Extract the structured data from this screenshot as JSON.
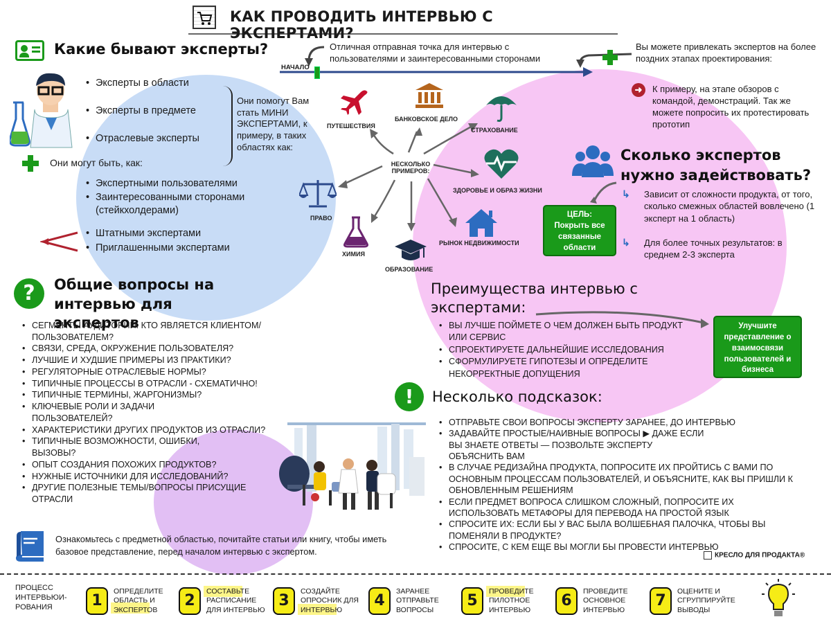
{
  "title": "КАК ПРОВОДИТЬ ИНТЕРВЬЮ С ЭКСПЕРТАМИ?",
  "experts": {
    "heading": "Какие бывают эксперты?",
    "types": [
      "Эксперты в области",
      "Эксперты в предмете",
      "Отраслевые эксперты"
    ],
    "help_text": "Они помогут Вам стать МИНИ ЭКСПЕРТАМИ, к примеру,  в таких областях как:",
    "can_be_heading": "Они могут быть, как:",
    "can_be": [
      "Экспертными пользователями",
      "Заинтересованными сторонами (стейкхолдерами)"
    ],
    "staff": [
      "Штатными экспертами",
      "Приглашенными экспертами"
    ]
  },
  "timeline": {
    "start_label": "НАЧАЛО",
    "start_note": "Отличная отправная точка для интервью с пользователями и заинтересованными сторонами",
    "later_note": "Вы можете привлекать экспертов на более поздних этапах проектирования:",
    "example_note": "К примеру, на этапе обзоров с командой, демонстраций. Так же можете попросить их протестировать прототип"
  },
  "examples": {
    "center": "НЕСКОЛЬКО ПРИМЕРОВ:",
    "items": [
      "ПУТЕШЕСТВИЯ",
      "БАНКОВСКОЕ ДЕЛО",
      "СТРАХОВАНИЕ",
      "ЗДОРОВЬЕ И ОБРАЗ ЖИЗНИ",
      "РЫНОК НЕДВИЖИМОСТИ",
      "ОБРАЗОВАНИЕ",
      "ХИМИЯ",
      "ПРАВО"
    ]
  },
  "how_many": {
    "heading": "Сколько экспертов нужно задействовать?",
    "goal": "ЦЕЛЬ: Покрыть все связанные области",
    "points": [
      "Зависит от сложности продукта, от того, сколько смежных областей вовлечено (1 эксперт на 1 область)",
      "Для более точных результатов: в среднем 2-3 эксперта"
    ]
  },
  "advantages": {
    "heading": "Преимущества интервью с экспертами:",
    "items": [
      "ВЫ ЛУЧШЕ ПОЙМЕТЕ О ЧЕМ ДОЛЖЕН БЫТЬ ПРОДУКТ ИЛИ СЕРВИС",
      "СПРОЕКТИРУЕТЕ ДАЛЬНЕЙШИЕ ИССЛЕДОВАНИЯ",
      "СФОРМУЛИРУЕТЕ ГИПОТЕЗЫ И ОПРЕДЕЛИТЕ НЕКОРРЕКТНЫЕ ДОПУЩЕНИЯ"
    ],
    "result_box": "Улучшите представление о взаимосвязи пользователей и бизнеса"
  },
  "questions": {
    "heading": "Общие вопросы на интервью для экспертов",
    "items": [
      "СЕГМЕНТЫ АУДИТОРИИ. КТО ЯВЛЯЕТСЯ КЛИЕНТОМ/ПОЛЬЗОВАТЕЛЕМ?",
      "СВЯЗИ, СРЕДА, ОКРУЖЕНИЕ ПОЛЬЗОВАТЕЛЯ?",
      "ЛУЧШИЕ И ХУДШИЕ ПРИМЕРЫ ИЗ ПРАКТИКИ?",
      "РЕГУЛЯТОРНЫЕ ОТРАСЛЕВЫЕ НОРМЫ?",
      "ТИПИЧНЫЕ ПРОЦЕССЫ В ОТРАСЛИ - СХЕМАТИЧНО!",
      "ТИПИЧНЫЕ ТЕРМИНЫ, ЖАРГОНИЗМЫ?",
      "КЛЮЧЕВЫЕ РОЛИ И ЗАДАЧИ ПОЛЬЗОВАТЕЛЕЙ?",
      "ХАРАКТЕРИСТИКИ ДРУГИХ ПРОДУКТОВ ИЗ ОТРАСЛИ?",
      "ТИПИЧНЫЕ ВОЗМОЖНОСТИ, ОШИБКИ, ВЫЗОВЫ?",
      "ОПЫТ СОЗДАНИЯ ПОХОЖИХ ПРОДУКТОВ?",
      "НУЖНЫЕ ИСТОЧНИКИ ДЛЯ ИССЛЕДОВАНИЙ?",
      "ДРУГИЕ ПОЛЕЗНЫЕ ТЕМЫ/ВОПРОСЫ ПРИСУЩИЕ ОТРАСЛИ"
    ],
    "read_note": "Ознакомьтесь с предметной областью, почитайте статьи или книгу, чтобы иметь базовое представление, перед началом интервью с экспертом."
  },
  "tips": {
    "heading": "Несколько подсказок:",
    "items": [
      "ОТПРАВЬТЕ СВОИ ВОПРОСЫ ЭКСПЕРТУ ЗАРАНЕЕ, ДО ИНТЕРВЬЮ",
      "ЗАДАВАЙТЕ ПРОСТЫЕ/НАИВНЫЕ ВОПРОСЫ ▶ ДАЖЕ ЕСЛИ ВЫ ЗНАЕТЕ ОТВЕТЫ — ПОЗВОЛЬТЕ ЭКСПЕРТУ ОБЪЯСНИТЬ ВАМ",
      "В СЛУЧАЕ РЕДИЗАЙНА ПРОДУКТА, ПОПРОСИТЕ ИХ ПРОЙТИСЬ С ВАМИ ПО ОСНОВНЫМ ПРОЦЕССАМ ПОЛЬЗОВАТЕЛЕЙ, И ОБЪЯСНИТЕ, КАК ВЫ ПРИШЛИ К ОБНОВЛЕННЫМ РЕШЕНИЯМ",
      "ЕСЛИ ПРЕДМЕТ ВОПРОСА СЛИШКОМ СЛОЖНЫЙ, ПОПРОСИТЕ ИХ ИСПОЛЬЗОВАТЬ МЕТАФОРЫ ДЛЯ ПЕРЕВОДА НА ПРОСТОЙ ЯЗЫК",
      "СПРОСИТЕ ИХ: ЕСЛИ БЫ У ВАС БЫЛА ВОЛШЕБНАЯ ПАЛОЧКА, ЧТОБЫ ВЫ ПОМЕНЯЛИ В ПРОДУКТЕ?",
      "СПРОСИТЕ, С КЕМ ЕЩЕ ВЫ МОГЛИ БЫ ПРОВЕСТИ ИНТЕРВЬЮ"
    ],
    "brand": "КРЕСЛО ДЛЯ ПРОДАКТА®"
  },
  "process": {
    "label": "ПРОЦЕСС ИНТЕРВЬЮИ-РОВАНИЯ",
    "steps": [
      {
        "num": "1",
        "text": "ОПРЕДЕЛИТЕ ОБЛАСТЬ И ЭКСПЕРТОВ"
      },
      {
        "num": "2",
        "text": "СОСТАВЬТЕ РАСПИСАНИЕ ДЛЯ ИНТЕРВЬЮ"
      },
      {
        "num": "3",
        "text": "СОЗДАЙТЕ ОПРОСНИК ДЛЯ ИНТЕРВЬЮ"
      },
      {
        "num": "4",
        "text": "ЗАРАНЕЕ ОТПРАВЬТЕ ВОПРОСЫ"
      },
      {
        "num": "5",
        "text": "ПРОВЕДИТЕ ПИЛОТНОЕ ИНТЕРВЬЮ"
      },
      {
        "num": "6",
        "text": "ПРОВЕДИТЕ ОСНОВНОЕ ИНТЕРВЬЮ"
      },
      {
        "num": "7",
        "text": "ОЦЕНИТЕ И СГРУППИРУЙТЕ ВЫВОДЫ"
      }
    ]
  },
  "colors": {
    "green": "#1a9a1a",
    "blue_blob": "#c8dcf6",
    "pink_blob": "#f7c6f4",
    "purple_blob": "#e2bff4",
    "yellow": "#f6ec16",
    "icon_blue": "#2d6cc0",
    "icon_red": "#c8102e",
    "icon_brown": "#b5651d",
    "icon_teal": "#1e6f5c",
    "icon_purple": "#6b2570"
  }
}
